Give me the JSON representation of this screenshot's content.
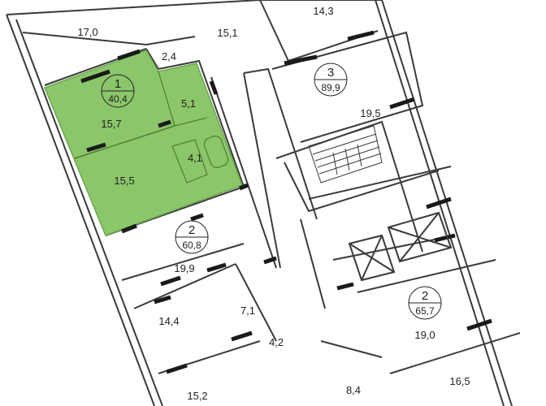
{
  "floor_plan": {
    "colors": {
      "wall": "#3a3a3a",
      "window": "#1a1a1a",
      "highlight_fill": "#8cc66a",
      "highlight_stroke": "#6aa84f",
      "background": "#ffffff"
    },
    "selected_apartment": "1",
    "apartments": [
      {
        "number": "1",
        "area": "40,4",
        "selected": true
      },
      {
        "number": "2",
        "area": "60,8",
        "selected": false
      },
      {
        "number": "3",
        "area": "89,9",
        "selected": false
      },
      {
        "number": "2",
        "area": "65,7",
        "selected": false
      }
    ],
    "rooms": [
      "17,0",
      "15,1",
      "14,3",
      "2,4",
      "5,1",
      "15,7",
      "4,1",
      "15,5",
      "19,5",
      "19,9",
      "14,4",
      "7,1",
      "4,2",
      "15,2",
      "8,4",
      "19,0",
      "16,5"
    ]
  }
}
